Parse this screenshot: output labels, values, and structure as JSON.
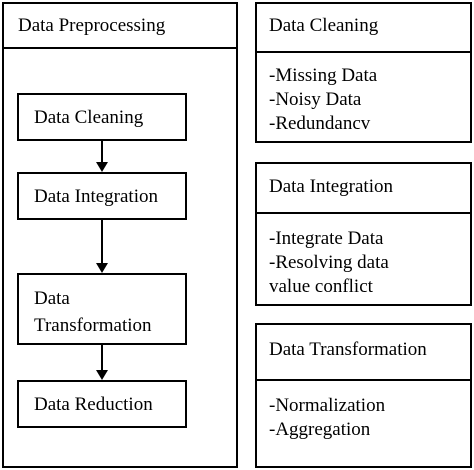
{
  "preprocessing": {
    "title": "Data Preprocessing",
    "steps": [
      "Data Cleaning",
      "Data Integration",
      "Data Transformation",
      "Data Reduction"
    ]
  },
  "cleaning": {
    "title": "Data Cleaning",
    "items": [
      "-Missing Data",
      "-Noisy Data",
      "-Redundancv"
    ]
  },
  "integration": {
    "title": "Data Integration",
    "items": [
      "-Integrate Data",
      "-Resolving data",
      "value conflict"
    ]
  },
  "transformation": {
    "title": "Data Transformation",
    "items": [
      "-Normalization",
      "-Aggregation"
    ]
  }
}
